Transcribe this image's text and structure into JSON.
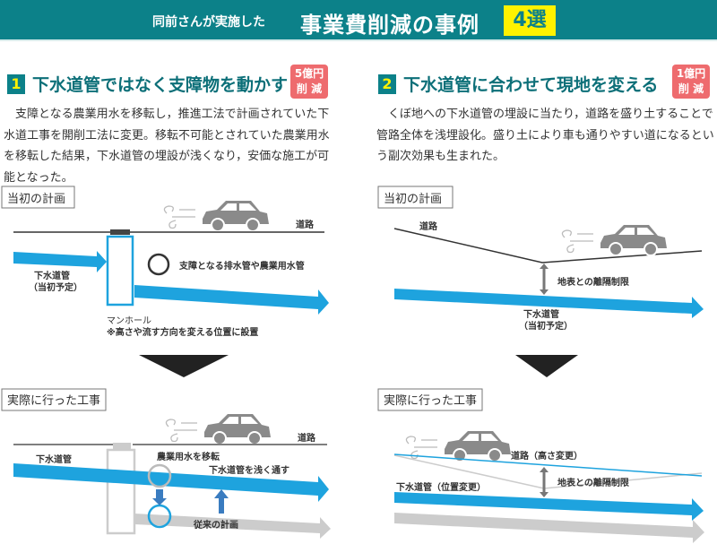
{
  "header": {
    "prefix": "同前さんが実施した",
    "title": "事業費削減の事例",
    "count": "4選"
  },
  "colors": {
    "teal": "#0c8189",
    "yellow": "#fff200",
    "pink": "#ee6b6e",
    "pipe_blue": "#1ea3de",
    "gray": "#cccccc"
  },
  "cases": [
    {
      "number": "1",
      "title": "下水道管ではなく支障物を動かす",
      "badge_line1": "5億円",
      "badge_line2": "削 減",
      "body": "支障となる農業用水を移転し，推進工法で計画されていた下水道工事を開削工法に変更。移転不可能とされていた農業用水を移転した結果，下水道管の埋設が浅くなり，安価な施工が可能となった。",
      "plan": {
        "label": "当初の計画",
        "road": "道路",
        "obstacle": "支障となる排水管や農業用水管",
        "pipe": "下水道管",
        "pipe_sub": "（当初予定）",
        "manhole": "マンホール",
        "manhole_note": "※高さや流す方向を変える位置に設置"
      },
      "actual": {
        "label": "実際に行った工事",
        "road": "道路",
        "pipe": "下水道管",
        "relocate": "農業用水を移転",
        "shallow": "下水道管を浅く通す",
        "old_plan": "従来の計画"
      }
    },
    {
      "number": "2",
      "title": "下水道管に合わせて現地を変える",
      "badge_line1": "1億円",
      "badge_line2": "削 減",
      "body": "くぼ地への下水道管の埋設に当たり，道路を盛り土することで管路全体を浅埋設化。盛り土により車も通りやすい道になるという副次効果も生まれた。",
      "plan": {
        "label": "当初の計画",
        "road": "道路",
        "clearance": "地表との離隔制限",
        "pipe": "下水道管",
        "pipe_sub": "（当初予定）"
      },
      "actual": {
        "label": "実際に行った工事",
        "road": "道路（高さ変更）",
        "clearance": "地表との離隔制限",
        "pipe": "下水道管（位置変更）"
      }
    }
  ]
}
